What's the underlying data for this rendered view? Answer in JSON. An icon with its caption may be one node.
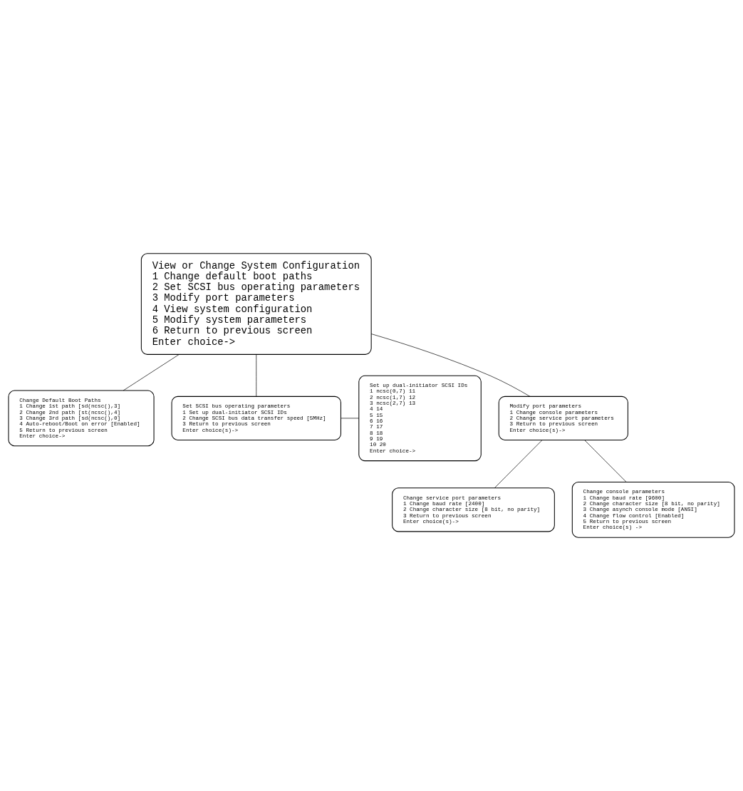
{
  "diagram": {
    "nodes": [
      {
        "text": [
          "View or Change System Configuration",
          "1 Change default boot paths",
          "2 Set SCSI bus operating parameters",
          "3 Modify port parameters",
          "4 View system configuration",
          "5 Modify system parameters",
          "6 Return to previous screen",
          "Enter choice->"
        ]
      },
      {
        "text": [
          "Change Default Boot Paths",
          "1 Change 1st path [sd(ncsc(),3]",
          "2 Change 2nd path [st(ncsc(),4]",
          "3 Change 3rd path [sd(ncsc(),0]",
          "4 Auto-reboot/Boot on error [Enabled]",
          "5 Return to previous screen",
          "Enter choice->"
        ]
      },
      {
        "text": [
          "Set SCSI bus operating parameters",
          "1 Set up dual-initiator SCSI IDs",
          "2 Change SCSI bus data transfer speed [5MHz]",
          "3 Return to previous screen",
          "Enter choice(s)->"
        ]
      },
      {
        "text": [
          "Set up dual-initiator SCSI IDs",
          "1 ncsc(0,7) 11",
          "2 ncsc(1,7) 12",
          "3 ncsc(2,7) 13",
          "4 14",
          "5 15",
          "6 16",
          "7 17",
          "8 18",
          "9 19",
          "10 20",
          "Enter choice->"
        ]
      },
      {
        "text": [
          "Modify port parameters",
          "1 Change console parameters",
          "2 Change service port parameters",
          "3 Return to previous screen",
          "Enter choice(s)->"
        ]
      },
      {
        "text": [
          "Change service port parameters",
          "1 Change baud rate [2400]",
          "2 Change character size [8 bit, no parity]",
          "3 Return to previous screen",
          "Enter choice(s)->"
        ]
      },
      {
        "text": [
          "Change console parameters",
          "1 Change baud rate [9600]",
          "2 Change character size [8 bit, no parity]",
          "3 Change asynch console mode [ANSI]",
          "4 Change flow control [Enabled]",
          "5 Return to previous screen",
          "Enter choice(s) ->"
        ]
      }
    ],
    "edges": [
      {
        "from": 0,
        "to": 1,
        "arrow": "none"
      },
      {
        "from": 0,
        "to": 2,
        "arrow": "none"
      },
      {
        "from": 0,
        "to": 4,
        "arrow": "none"
      },
      {
        "from": 2,
        "to": 3,
        "arrow": "none"
      },
      {
        "from": 4,
        "to": 6,
        "arrow": "none"
      },
      {
        "from": 4,
        "to": 5,
        "arrow": "none"
      }
    ]
  }
}
